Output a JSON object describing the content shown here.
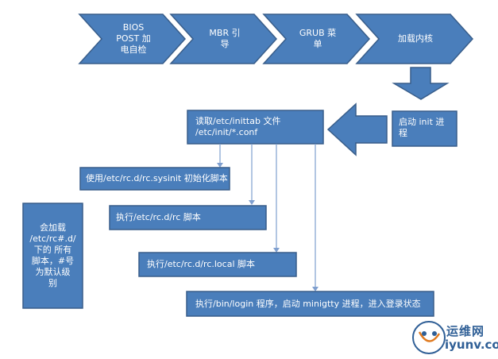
{
  "chain": {
    "step1": "BIOS\nPOST 加\n电自检",
    "step2": "MBR 引\n导",
    "step3": "GRUB 菜\n单",
    "step4": "加载内核"
  },
  "init_box": "启动  init  进\n程",
  "inittab_box": "读取/etc/inittab 文件\n/etc/init/*.conf",
  "sysinit_box": "使用/etc/rc.d/rc.sysinit 初始化脚本",
  "rc_box": "执行/etc/rc.d/rc 脚本",
  "rclocal_box": "执行/etc/rc.d/rc.local 脚本",
  "login_box": "执行/bin/login 程序，启动 minigtty 进程，进入登录状态",
  "runlevel_box": "会加载\n/etc/rc#.d/\n下的  所有\n脚本，#号\n为默认级\n别",
  "watermark": {
    "name": "运维网",
    "url": "iyunv.com"
  },
  "colors": {
    "fill": "#4a7ebb",
    "stroke": "#385d8a",
    "line": "#7f9fcf"
  }
}
